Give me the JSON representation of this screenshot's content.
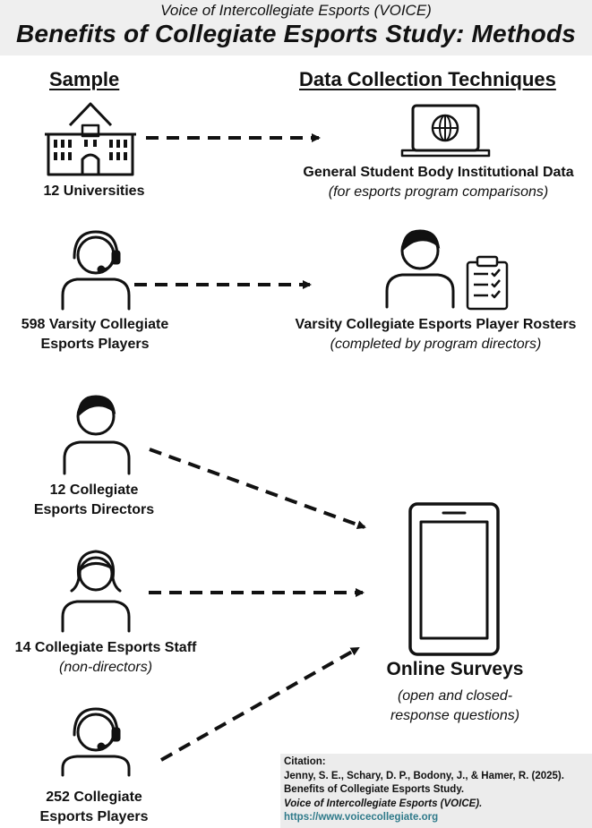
{
  "header": {
    "subtitle": "Voice of Intercollegiate Esports (VOICE)",
    "title": "Benefits of Collegiate Esports Study: Methods"
  },
  "columns": {
    "sample": "Sample",
    "techniques": "Data Collection Techniques"
  },
  "samples": {
    "universities": "12 Universities",
    "varsity_line1": "598 Varsity Collegiate",
    "varsity_line2": "Esports Players",
    "directors_line1": "12 Collegiate",
    "directors_line2": "Esports Directors",
    "staff_line1": "14 Collegiate Esports Staff",
    "staff_note": "(non-directors)",
    "players_line1": "252 Collegiate",
    "players_line2": "Esports Players"
  },
  "techniques": {
    "institutional": "General Student Body Institutional Data",
    "institutional_note": "(for esports program comparisons)",
    "rosters": "Varsity Collegiate Esports Player Rosters",
    "rosters_note": "(completed by program directors)",
    "surveys": "Online Surveys",
    "surveys_note_line1": "(open and closed-",
    "surveys_note_line2": "response questions)"
  },
  "citation": {
    "heading": "Citation:",
    "line1": "Jenny, S. E., Schary, D. P., Bodony, J., & Hamer, R. (2025).",
    "line2": "Benefits of Collegiate Esports Study.",
    "line3": "Voice of Intercollegiate Esports (VOICE).",
    "url": "https://www.voicecollegiate.org"
  },
  "icons": {
    "university": "university-building-icon",
    "laptop": "laptop-globe-icon",
    "headset_person": "headset-person-icon",
    "person": "person-icon",
    "person_female": "person-female-icon",
    "clipboard": "clipboard-checklist-icon",
    "phone": "smartphone-icon"
  },
  "colors": {
    "header_bg": "#efefef",
    "citation_bg": "#ececec",
    "link": "#2f7a8a"
  }
}
